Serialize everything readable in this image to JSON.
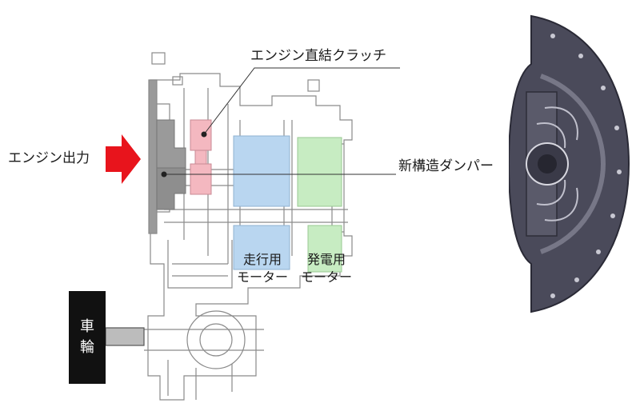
{
  "labels": {
    "engine_output": "エンジン出力",
    "direct_clutch": "エンジン直結クラッチ",
    "new_damper": "新構造ダンパー",
    "drive_motor_line1": "走行用",
    "drive_motor_line2": "モーター",
    "gen_motor_line1": "発電用",
    "gen_motor_line2": "モーター",
    "wheel_line1": "車",
    "wheel_line2": "輪"
  },
  "colors": {
    "arrow": "#e8141c",
    "clutch_highlight": "#f4b8c0",
    "drive_motor_highlight": "#b9d6f0",
    "gen_motor_highlight": "#c7ecc2",
    "wheel_block": "#111111",
    "damper_body": "#4a4a5a"
  }
}
